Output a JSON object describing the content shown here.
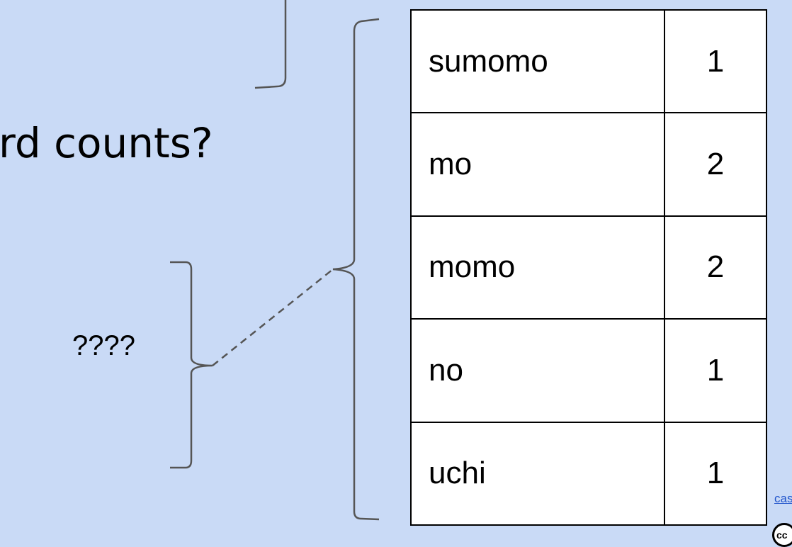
{
  "heading": "rd counts?",
  "question_marks": "????",
  "word_counts": {
    "rows": [
      {
        "word": "sumomo",
        "count": "1"
      },
      {
        "word": "mo",
        "count": "2"
      },
      {
        "word": "momo",
        "count": "2"
      },
      {
        "word": "no",
        "count": "1"
      },
      {
        "word": "uchi",
        "count": "1"
      }
    ]
  },
  "footer": {
    "link_text": "cas",
    "cc_badge": "cc"
  },
  "colors": {
    "background": "#c9daf6",
    "bracket": "#555555",
    "table_border": "#000000"
  }
}
